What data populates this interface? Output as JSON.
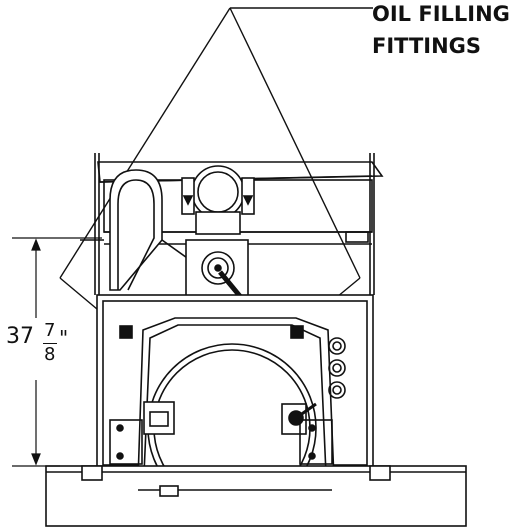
{
  "callout": {
    "line1": "OIL FILLING",
    "line2": "FITTINGS"
  },
  "dimension": {
    "whole": "37",
    "numerator": "7",
    "denominator": "8",
    "unit": "\""
  },
  "colors": {
    "line": "#111111",
    "background": "#ffffff",
    "fill_light": "#ffffff",
    "fill_dark": "#111111"
  }
}
